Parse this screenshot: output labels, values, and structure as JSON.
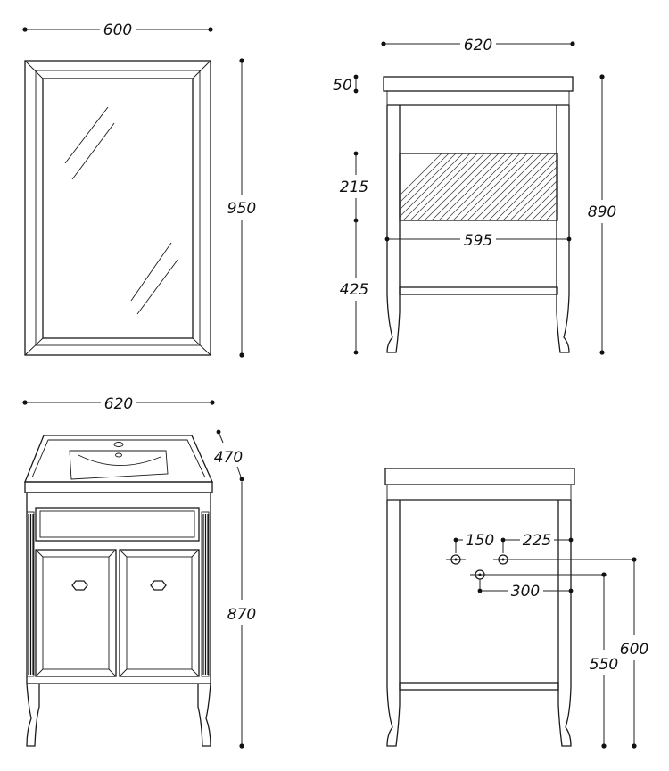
{
  "views": {
    "mirror": {
      "width": "600",
      "height": "950"
    },
    "side": {
      "top_thickness": "50",
      "shelf_height": "215",
      "leg_height": "425",
      "inner_width": "595",
      "total_height": "890",
      "width": "620"
    },
    "front": {
      "width": "620",
      "depth": "470",
      "height": "870"
    },
    "plumbing": {
      "offset_left": "150",
      "offset_right": "225",
      "center_offset": "300",
      "outlet_height": "550",
      "inlet_height": "600"
    }
  }
}
